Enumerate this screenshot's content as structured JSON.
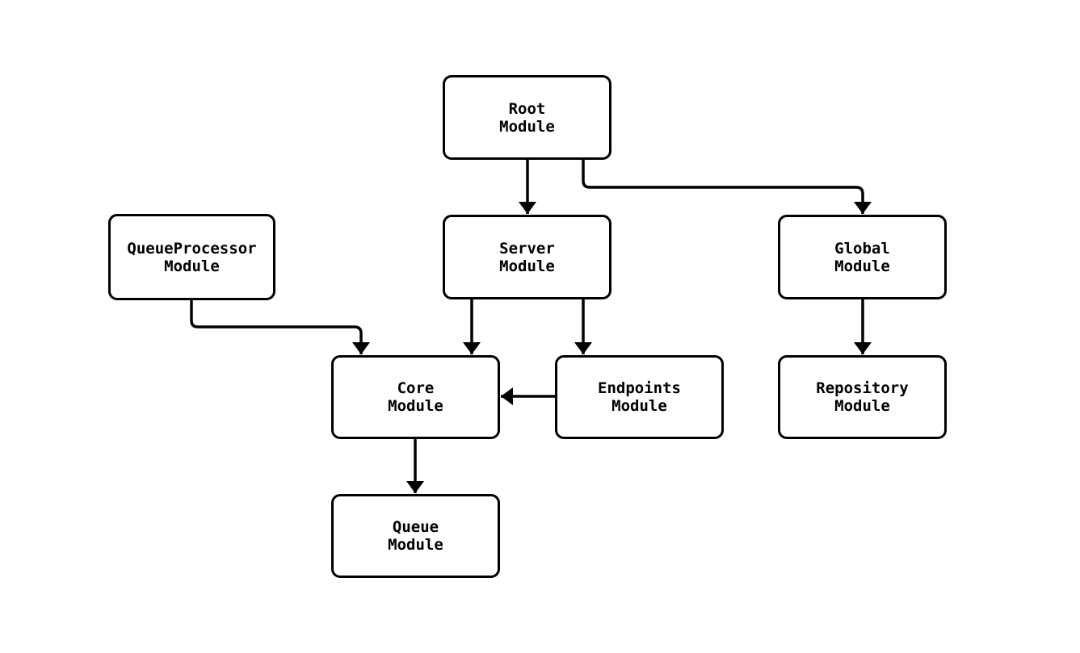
{
  "diagram": {
    "type": "flowchart",
    "background_color": "#ffffff",
    "line_color": "#000000",
    "text_color": "#000000",
    "nodes": [
      {
        "id": "root",
        "label": "Root\nModule"
      },
      {
        "id": "queueprocessor",
        "label": "QueueProcessor\nModule"
      },
      {
        "id": "server",
        "label": "Server\nModule"
      },
      {
        "id": "global",
        "label": "Global\nModule"
      },
      {
        "id": "core",
        "label": "Core\nModule"
      },
      {
        "id": "endpoints",
        "label": "Endpoints\nModule"
      },
      {
        "id": "repository",
        "label": "Repository\nModule"
      },
      {
        "id": "queue",
        "label": "Queue\nModule"
      }
    ],
    "edges": [
      {
        "from": "Root Module",
        "to": "Server Module"
      },
      {
        "from": "Root Module",
        "to": "Global Module"
      },
      {
        "from": "QueueProcessor Module",
        "to": "Core Module"
      },
      {
        "from": "Server Module",
        "to": "Core Module"
      },
      {
        "from": "Server Module",
        "to": "Endpoints Module"
      },
      {
        "from": "Endpoints Module",
        "to": "Core Module"
      },
      {
        "from": "Global Module",
        "to": "Repository Module"
      },
      {
        "from": "Core Module",
        "to": "Queue Module"
      }
    ]
  }
}
